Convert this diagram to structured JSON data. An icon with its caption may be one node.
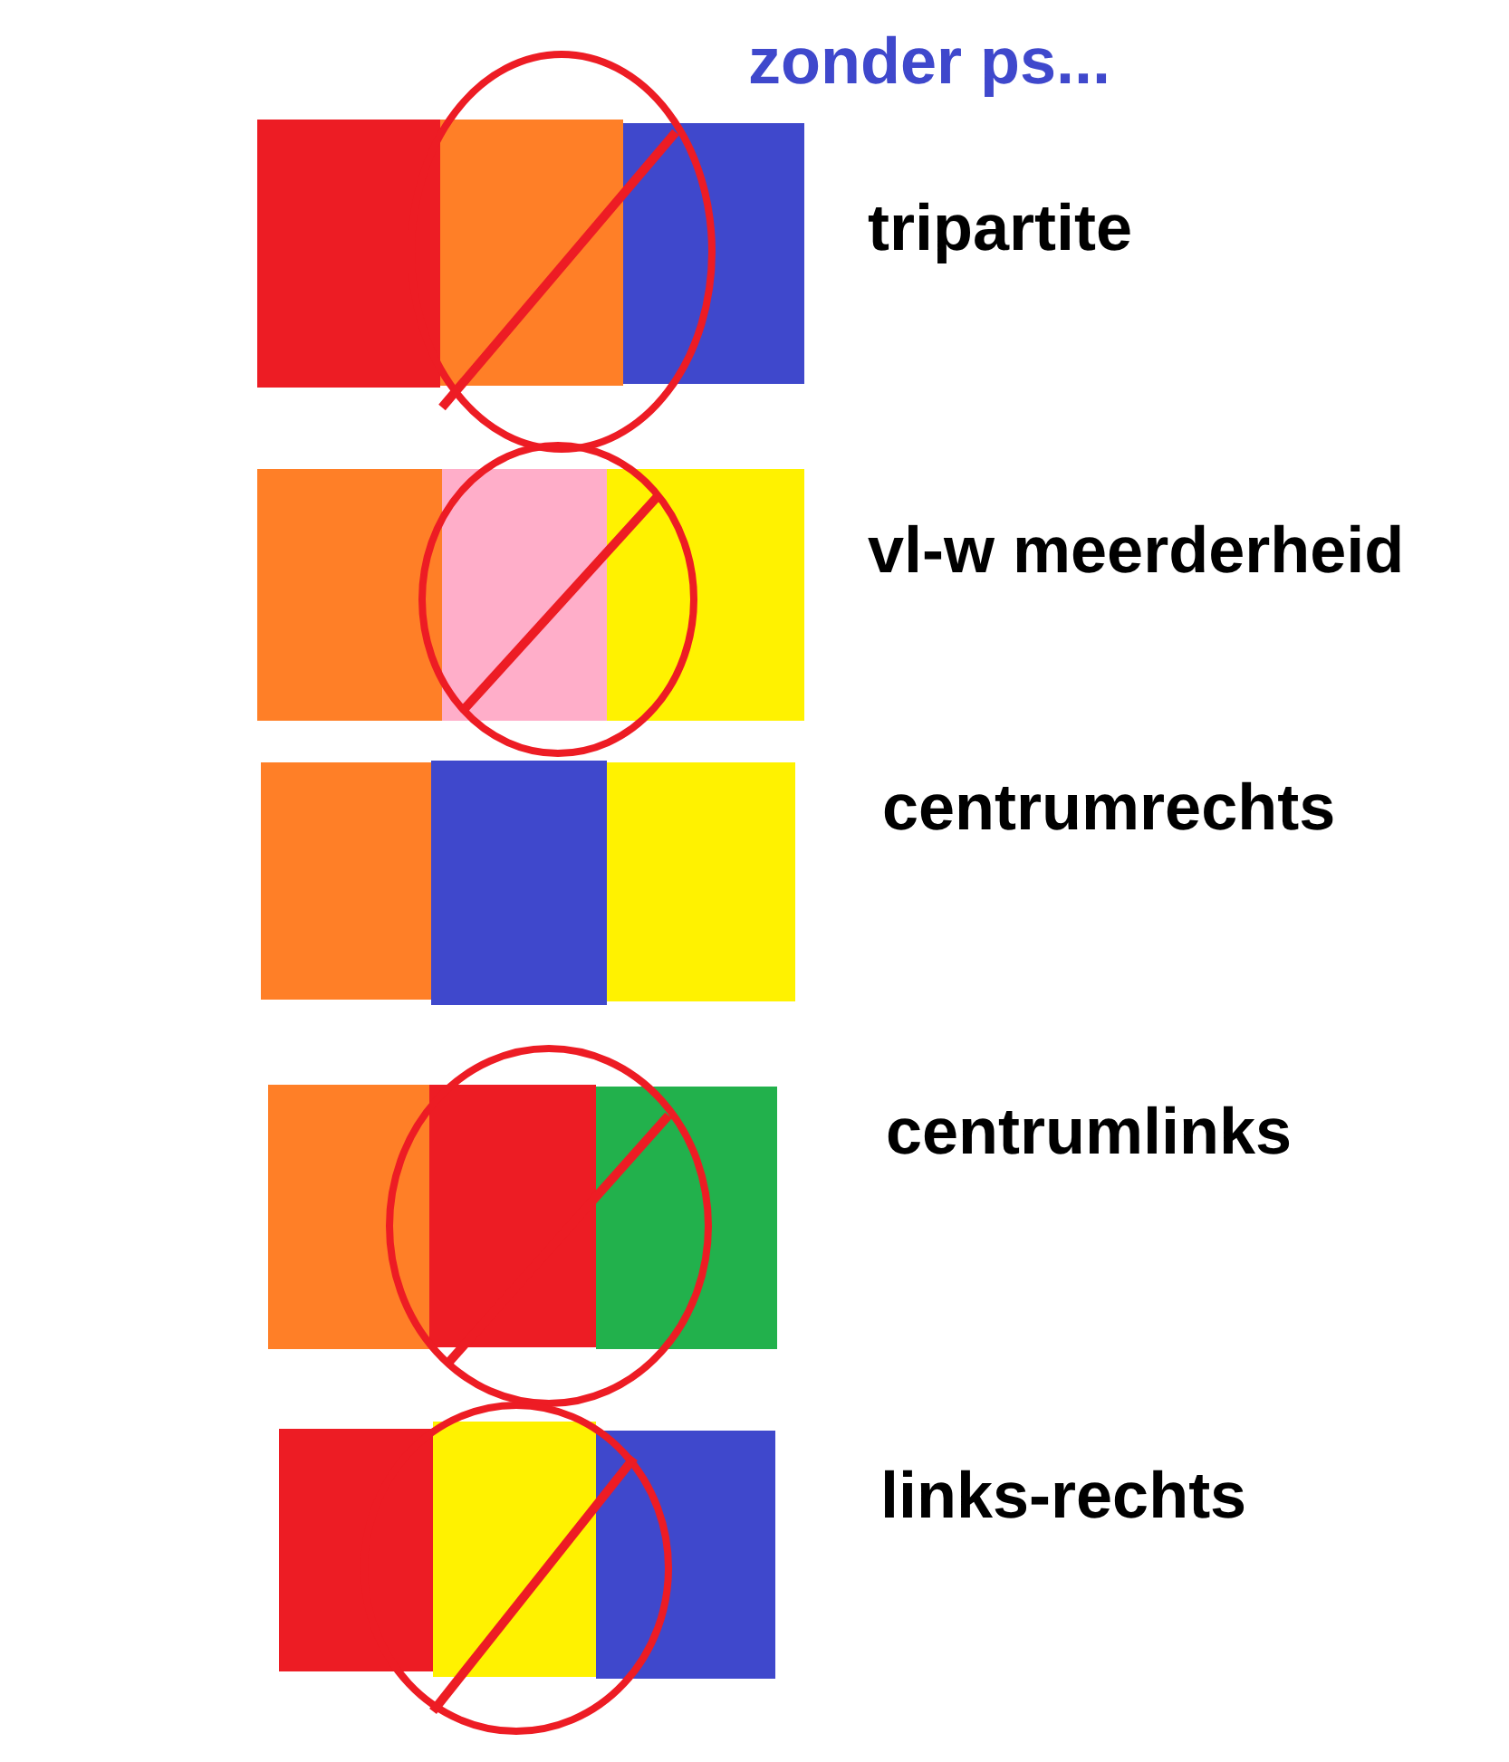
{
  "diagram": {
    "title": "zonder ps...",
    "labels": [
      "tripartite",
      "vl-w meerderheid",
      "centrumrechts",
      "centrumlinks",
      "links-rechts"
    ]
  }
}
